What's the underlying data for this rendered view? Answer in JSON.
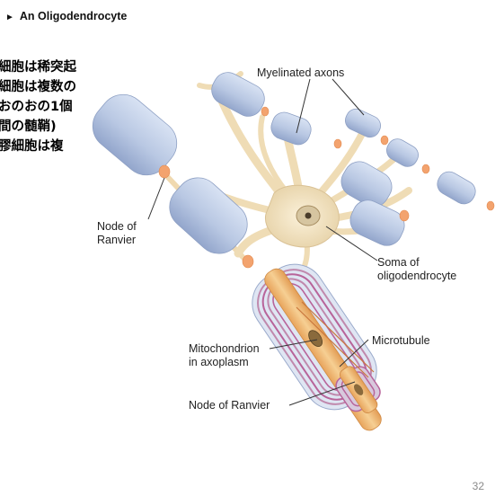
{
  "slide": {
    "title": "An Oligodendrocyte",
    "japanese_lines": [
      "細胞は稀突起",
      "細胞は複数の",
      "おのおの1個",
      "間の髄鞘)",
      "膠細胞は複"
    ],
    "page_number": "32"
  },
  "figure": {
    "labels": {
      "myelinated_axons": "Myelinated axons",
      "node_of_ranvier_1": "Node of",
      "node_of_ranvier_2": "Ranvier",
      "soma_1": "Soma of",
      "soma_2": "oligodendrocyte",
      "microtubule": "Microtubule",
      "mito_1": "Mitochondrion",
      "mito_2": "in axoplasm",
      "node_bottom": "Node of Ranvier"
    },
    "colors": {
      "myelin": "#b9c8e3",
      "cell": "#f1e3c3",
      "node": "#f3a36e",
      "axoplasm": "#f2c384",
      "lamellae": "#b8649a"
    }
  }
}
